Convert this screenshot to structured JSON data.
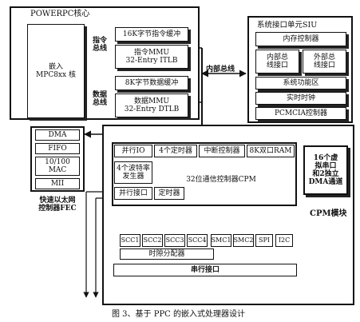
{
  "ppc": {
    "title": "POWERPC核心",
    "core_l1": "嵌入",
    "core_l2": "MPC8xx 核",
    "instr_bus_l1": "指令",
    "instr_bus_l2": "总线",
    "data_bus_l1": "数据",
    "data_bus_l2": "总线",
    "icache": "16K字节指令缓冲",
    "immu_l1": "指令MMU",
    "immu_l2": "32-Entry ITLB",
    "dcache": "8K字节数据缓冲",
    "dmmu_l1": "数据MMU",
    "dmmu_l2": "32-Entry DTLB"
  },
  "internal_bus": "内部总线",
  "siu": {
    "title": "系统接口单元SIU",
    "mem_ctrl": "内存控制器",
    "int_bus_l1": "内部总",
    "int_bus_l2": "线接口",
    "ext_bus_l1": "外部总",
    "ext_bus_l2": "线接口",
    "sys_func": "系统功能区",
    "rtc": "实时时钟",
    "pcmcia": "PCMCIA控制器"
  },
  "fec": {
    "dma": "DMA",
    "fifo": "FIFO",
    "mac_l1": "10/100",
    "mac_l2": "MAC",
    "mii": "MII",
    "title_l1": "快速以太网",
    "title_l2": "控制器FEC"
  },
  "cpm": {
    "pio": "并行IO",
    "timers4": "4个定时器",
    "intc": "中断控制器",
    "ram": "8K双口RAM",
    "baud_l1": "4个波特率",
    "baud_l2": "发生器",
    "cpu": "32位通信控制器CPM",
    "parallel": "并行接口",
    "timer": "定时器",
    "virt_l1": "16个虚",
    "virt_l2": "拟串口",
    "virt_l3": "和2独立",
    "virt_l4": "DMA通道",
    "module": "CPM模块",
    "scc1": "SCC1",
    "scc2": "SCC2",
    "scc3": "SCC3",
    "scc4": "SCC4",
    "smc1": "SMC1",
    "smc2": "SMC2",
    "spi": "SPI",
    "i2c": "I2C",
    "tsa": "时隙分配器",
    "serial": "串行接口"
  },
  "caption": "图 3、基于 PPC 的嵌入式处理器设计"
}
